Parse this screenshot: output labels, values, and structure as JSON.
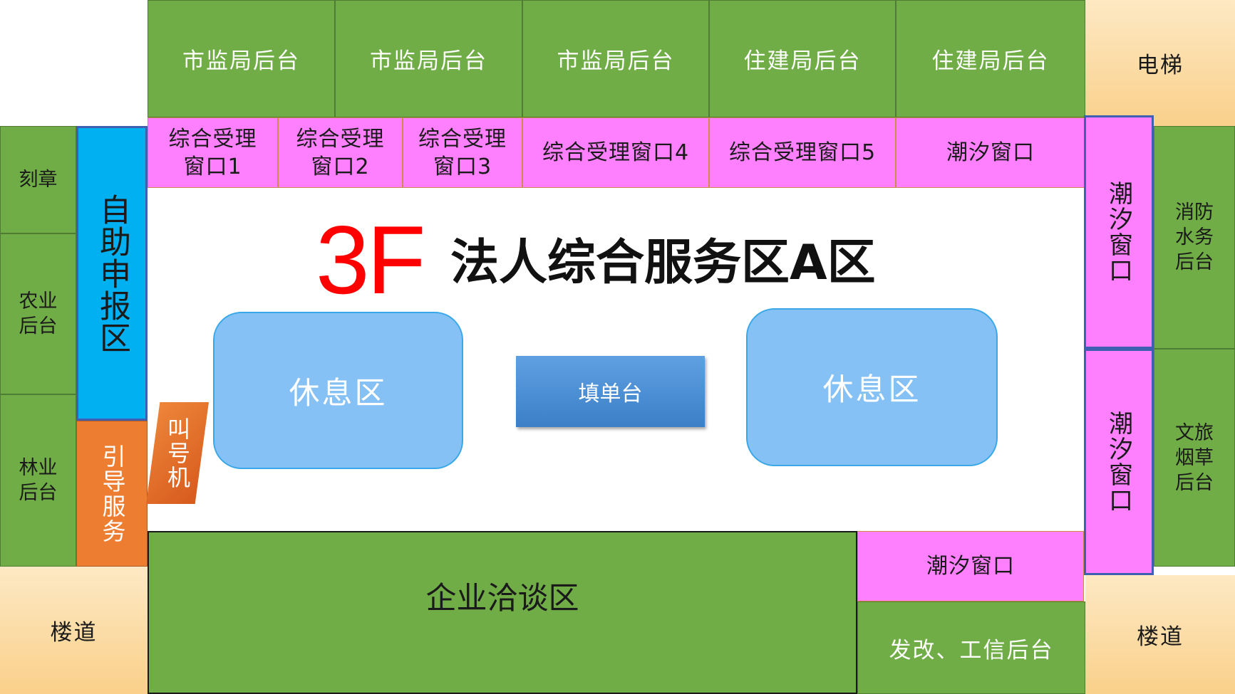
{
  "top_row": [
    "市监局后台",
    "市监局后台",
    "市监局后台",
    "住建局后台",
    "住建局后台"
  ],
  "elevator": "电梯",
  "windows": [
    "综合受理\n窗口1",
    "综合受理\n窗口2",
    "综合受理\n窗口3",
    "综合受理窗口4",
    "综合受理窗口5",
    "潮汐窗口"
  ],
  "left_column": [
    "刻章",
    "农业\n后台",
    "林业\n后台"
  ],
  "self_service": "自助申报区",
  "guide_service": "引导服务",
  "queue_machine": "叫号机",
  "floor_label": "3F",
  "area_title": "法人综合服务区A区",
  "lounge_left": "休息区",
  "form_desk": "填单台",
  "lounge_right": "休息区",
  "right_tidal": [
    "潮汐窗口",
    "潮汐窗口"
  ],
  "right_backoffice": [
    "消防\n水务\n后台",
    "文旅\n烟草\n后台"
  ],
  "stair_left": "楼道",
  "stair_right": "楼道",
  "negotiation": "企业洽谈区",
  "bottom_tidal": "潮汐窗口",
  "bottom_backoffice": "发改、工信后台",
  "colors": {
    "green": "#70ad47",
    "pink": "#ff80ff",
    "cyan": "#00b0f0",
    "orange": "#ed7d31",
    "peach": "#fad08a",
    "lounge_blue": "#85c1f5",
    "desk_blue": "#4a8fd6",
    "title_red": "#ff0000"
  }
}
